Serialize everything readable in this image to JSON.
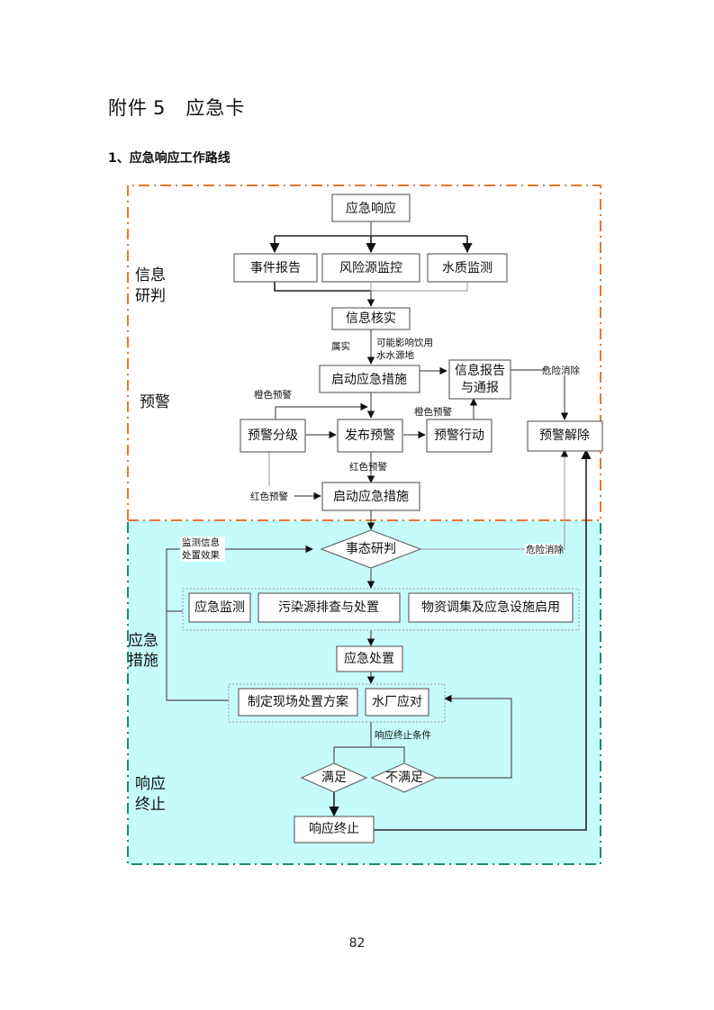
{
  "heading": {
    "prefix": "附件",
    "number": "5",
    "title": "应急卡"
  },
  "subheading": "1、应急响应工作路线",
  "page_number": "82",
  "colors": {
    "orange_border": "#E8772E",
    "teal_border": "#1F8A70",
    "cyan_fill": "#C6FBFB"
  },
  "sections": {
    "info": [
      "信息",
      "研判"
    ],
    "warning": "预警",
    "measures": [
      "应急",
      "措施"
    ],
    "termination": [
      "响应",
      "终止"
    ]
  },
  "nodes": {
    "emergency_response": "应急响应",
    "event_report": "事件报告",
    "risk_monitor": "风险源监控",
    "water_quality": "水质监测",
    "info_verify": "信息核实",
    "start_measures_1": "启动应急措施",
    "info_report": [
      "信息报告",
      "与通报"
    ],
    "warning_grade": "预警分级",
    "publish_warning": "发布预警",
    "warning_action": "预警行动",
    "warning_release": "预警解除",
    "start_measures_2": "启动应急措施",
    "situation_judge": "事态研判",
    "emergency_monitor": "应急监测",
    "pollution_check": "污染源排查与处置",
    "materials": "物资调集及应急设施启用",
    "emergency_disposal": "应急处置",
    "onsite_plan": "制定现场处置方案",
    "plant_response": "水厂应对",
    "satisfied": "满足",
    "not_satisfied": "不满足",
    "response_end": "响应终止"
  },
  "labels": {
    "confirmed": "属实",
    "may_affect": [
      "可能影响饮用",
      "水水源地"
    ],
    "danger_cleared_1": "危险消除",
    "orange_warning_1": "橙色预警",
    "orange_warning_2": "橙色预警",
    "red_warning_1": "红色预警",
    "red_warning_2": "红色预警",
    "monitor_feedback": [
      "监测信息",
      "处置效果"
    ],
    "danger_cleared_2": "危险消除",
    "end_condition": "响应终止条件"
  }
}
